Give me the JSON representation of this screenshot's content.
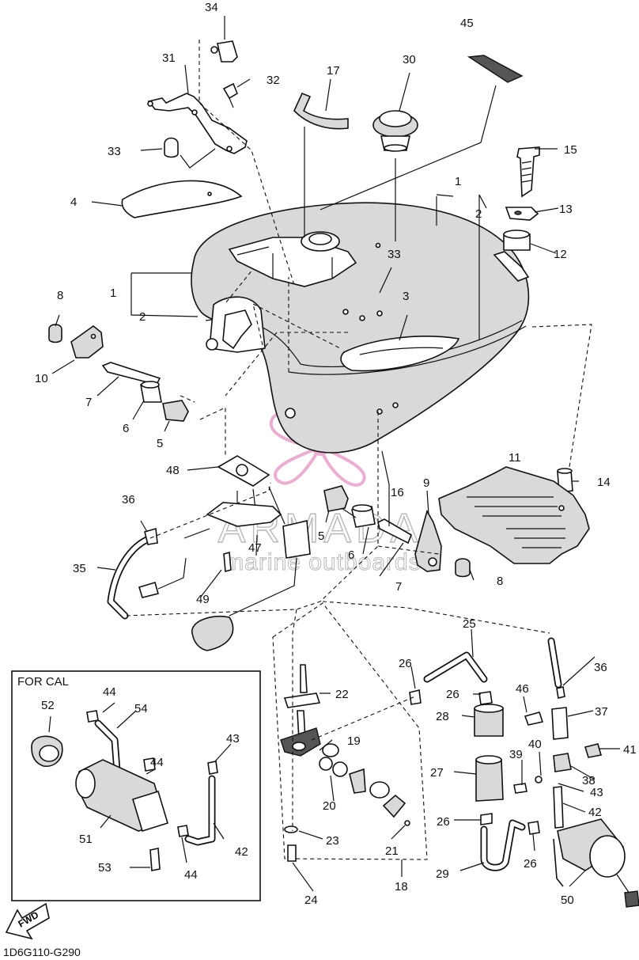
{
  "diagram_code": "1D6G110-G290",
  "inset_title": "FOR CAL",
  "fwd_label": "FWD",
  "watermark": {
    "brand": "ARMADA",
    "tagline": "marine outboards",
    "accent": "#e8a0c8"
  },
  "callouts": [
    {
      "id": "c34",
      "text": "34"
    },
    {
      "id": "c31",
      "text": "31"
    },
    {
      "id": "c32",
      "text": "32"
    },
    {
      "id": "c17",
      "text": "17"
    },
    {
      "id": "c30",
      "text": "30"
    },
    {
      "id": "c45",
      "text": "45"
    },
    {
      "id": "c33a",
      "text": "33"
    },
    {
      "id": "c15",
      "text": "15"
    },
    {
      "id": "c4",
      "text": "4"
    },
    {
      "id": "c1a",
      "text": "1"
    },
    {
      "id": "c2a",
      "text": "2"
    },
    {
      "id": "c13",
      "text": "13"
    },
    {
      "id": "c12",
      "text": "12"
    },
    {
      "id": "c1b",
      "text": "1"
    },
    {
      "id": "c2b",
      "text": "2"
    },
    {
      "id": "c33b",
      "text": "33"
    },
    {
      "id": "c3",
      "text": "3"
    },
    {
      "id": "c8a",
      "text": "8"
    },
    {
      "id": "c10",
      "text": "10"
    },
    {
      "id": "c7a",
      "text": "7"
    },
    {
      "id": "c6a",
      "text": "6"
    },
    {
      "id": "c5a",
      "text": "5"
    },
    {
      "id": "c48",
      "text": "48"
    },
    {
      "id": "c11",
      "text": "11"
    },
    {
      "id": "c14",
      "text": "14"
    },
    {
      "id": "c36a",
      "text": "36"
    },
    {
      "id": "c16",
      "text": "16"
    },
    {
      "id": "c9",
      "text": "9"
    },
    {
      "id": "c5b",
      "text": "5"
    },
    {
      "id": "c47",
      "text": "47"
    },
    {
      "id": "c6b",
      "text": "6"
    },
    {
      "id": "c35",
      "text": "35"
    },
    {
      "id": "c49",
      "text": "49"
    },
    {
      "id": "c7b",
      "text": "7"
    },
    {
      "id": "c8b",
      "text": "8"
    },
    {
      "id": "c25",
      "text": "25"
    },
    {
      "id": "c26a",
      "text": "26"
    },
    {
      "id": "c36b",
      "text": "36"
    },
    {
      "id": "c22",
      "text": "22"
    },
    {
      "id": "c26b",
      "text": "26"
    },
    {
      "id": "c46",
      "text": "46"
    },
    {
      "id": "c37",
      "text": "37"
    },
    {
      "id": "c28",
      "text": "28"
    },
    {
      "id": "c44a",
      "text": "44"
    },
    {
      "id": "c52",
      "text": "52"
    },
    {
      "id": "c54",
      "text": "54"
    },
    {
      "id": "c43a",
      "text": "43"
    },
    {
      "id": "c19",
      "text": "19"
    },
    {
      "id": "c39",
      "text": "39"
    },
    {
      "id": "c40",
      "text": "40"
    },
    {
      "id": "c41",
      "text": "41"
    },
    {
      "id": "c44b",
      "text": "44"
    },
    {
      "id": "c27",
      "text": "27"
    },
    {
      "id": "c38",
      "text": "38"
    },
    {
      "id": "c43b",
      "text": "43"
    },
    {
      "id": "c20",
      "text": "20"
    },
    {
      "id": "c42a",
      "text": "42"
    },
    {
      "id": "c51",
      "text": "51"
    },
    {
      "id": "c26c",
      "text": "26"
    },
    {
      "id": "c42b",
      "text": "42"
    },
    {
      "id": "c23",
      "text": "23"
    },
    {
      "id": "c21",
      "text": "21"
    },
    {
      "id": "c53",
      "text": "53"
    },
    {
      "id": "c44c",
      "text": "44"
    },
    {
      "id": "c29",
      "text": "29"
    },
    {
      "id": "c26d",
      "text": "26"
    },
    {
      "id": "c18",
      "text": "18"
    },
    {
      "id": "c24",
      "text": "24"
    },
    {
      "id": "c50",
      "text": "50"
    }
  ]
}
